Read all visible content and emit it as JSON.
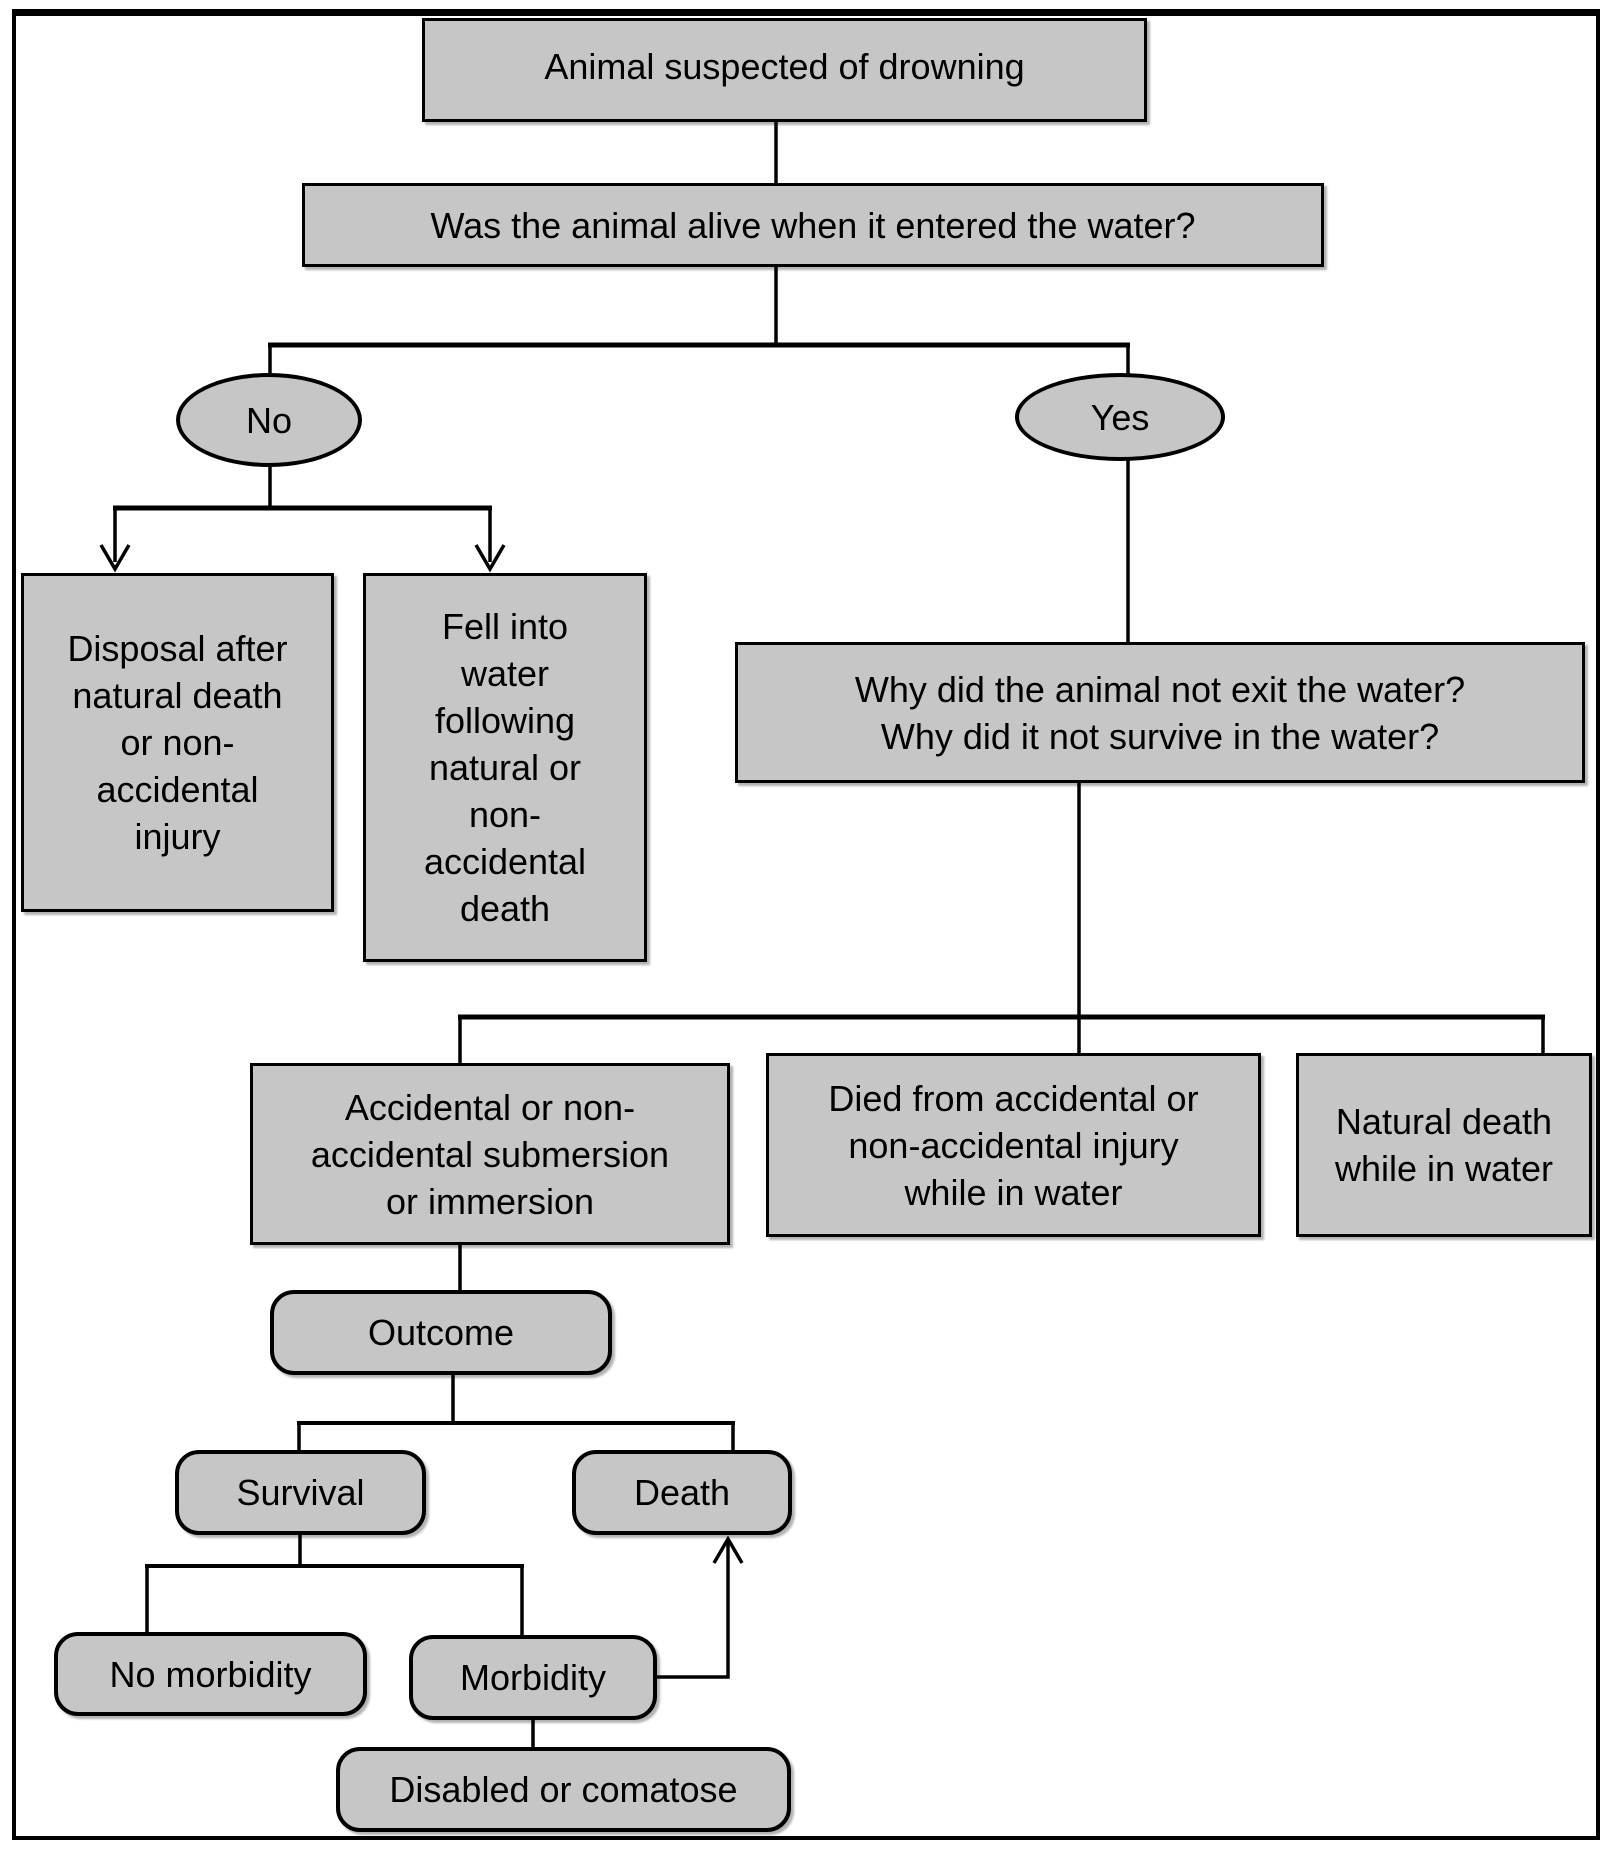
{
  "colors": {
    "node_fill": "#c6c6c6",
    "node_border": "#000000",
    "line": "#000000",
    "background": "#ffffff",
    "text": "#000000"
  },
  "nodes": {
    "suspect": {
      "label": "Animal suspected of drowning"
    },
    "alive_question": {
      "label": "Was the animal alive when it entered the water?"
    },
    "no": {
      "label": "No"
    },
    "yes": {
      "label": "Yes"
    },
    "disposal": {
      "label": "Disposal after\nnatural death\nor non-\naccidental\ninjury"
    },
    "fell": {
      "label": "Fell into\nwater\nfollowing\nnatural or\nnon-\naccidental\ndeath"
    },
    "why_question": {
      "label": "Why did the animal not exit the water?\nWhy did it not survive in the water?"
    },
    "submersion": {
      "label": "Accidental or non-\naccidental submersion\nor immersion"
    },
    "died_injury": {
      "label": "Died from accidental or\nnon-accidental injury\nwhile in water"
    },
    "natural_death": {
      "label": "Natural death\nwhile in water"
    },
    "outcome": {
      "label": "Outcome"
    },
    "survival": {
      "label": "Survival"
    },
    "death": {
      "label": "Death"
    },
    "no_morbidity": {
      "label": "No morbidity"
    },
    "morbidity": {
      "label": "Morbidity"
    },
    "disabled": {
      "label": "Disabled or comatose"
    }
  }
}
